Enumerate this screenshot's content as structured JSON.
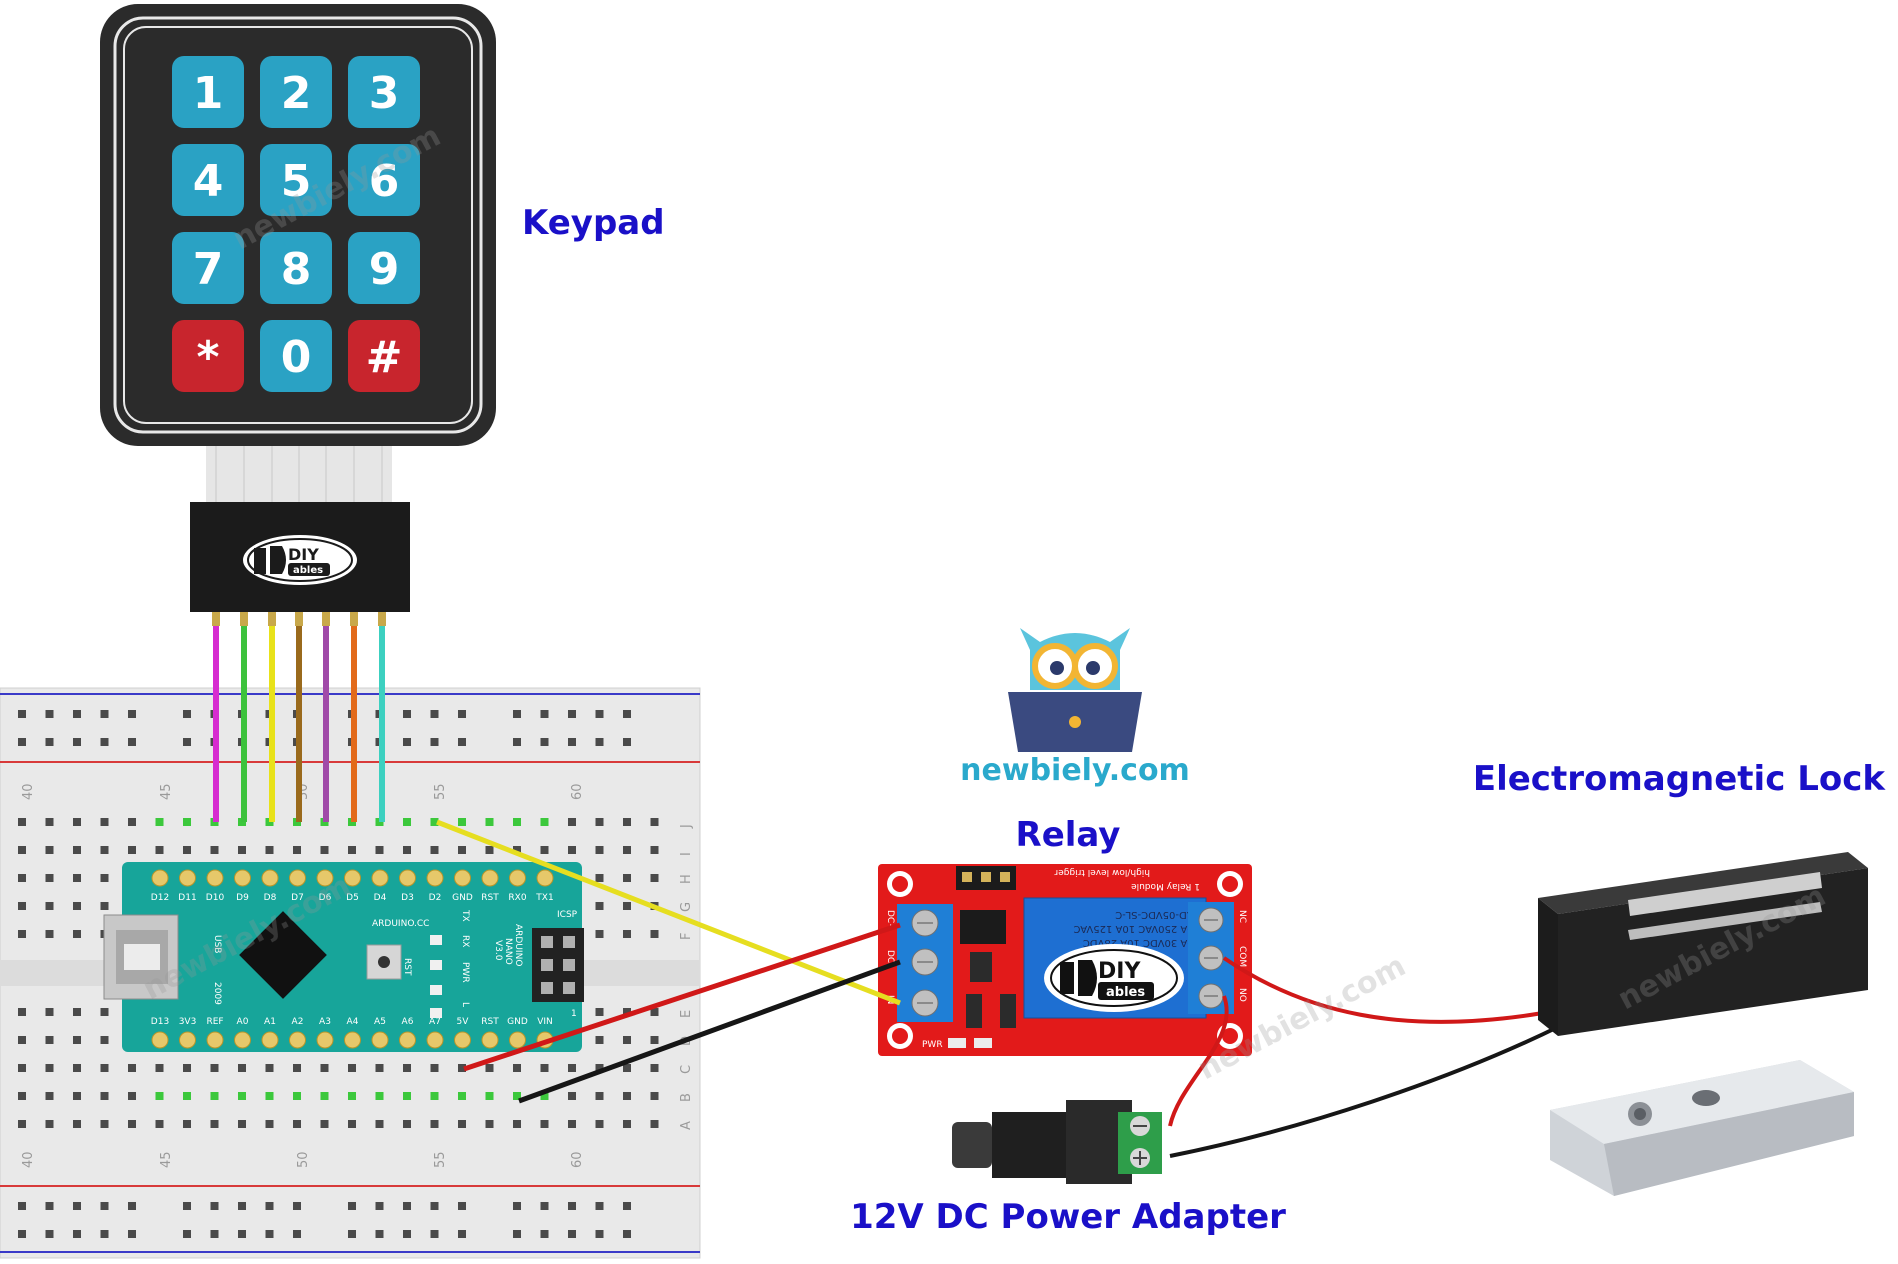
{
  "labels": {
    "keypad": "Keypad",
    "relay": "Relay",
    "lock": "Electromagnetic Lock",
    "power": "12V DC Power Adapter",
    "brand": "newbiely.com"
  },
  "keypad": {
    "keys": [
      "1",
      "2",
      "3",
      "4",
      "5",
      "6",
      "7",
      "8",
      "9",
      "*",
      "0",
      "#"
    ],
    "colors": {
      "key": "#2aa2c4",
      "special": "#c8252d",
      "body": "#2b2b2b"
    }
  },
  "diy_logo": {
    "main": "DIY",
    "sub": "ables"
  },
  "arduino": {
    "board_name": "ARDUINO.CC",
    "model": [
      "ARDUINO",
      "NANO",
      "V3.0"
    ],
    "top_pins": [
      "D12",
      "D11",
      "D10",
      "D9",
      "D8",
      "D7",
      "D6",
      "D5",
      "D4",
      "D3",
      "D2",
      "GND",
      "RST",
      "RX0",
      "TX1"
    ],
    "bottom_pins": [
      "D13",
      "3V3",
      "REF",
      "A0",
      "A1",
      "A2",
      "A3",
      "A4",
      "A5",
      "A6",
      "A7",
      "5V",
      "RST",
      "GND",
      "VIN"
    ],
    "side_labels": [
      "TX",
      "RX",
      "PWR",
      "L"
    ],
    "misc": {
      "usb": "USB",
      "year": "2009",
      "rst": "RST",
      "icsp": "ICSP",
      "one": "1"
    }
  },
  "breadboard": {
    "top_numbers": [
      "40",
      "45",
      "50",
      "55",
      "60"
    ],
    "bottom_numbers": [
      "40",
      "45",
      "50",
      "55",
      "60"
    ],
    "row_letters_top": [
      "J",
      "I",
      "H",
      "G",
      "F"
    ],
    "row_letters_bottom": [
      "E",
      "D",
      "C",
      "B",
      "A"
    ]
  },
  "relay_module": {
    "relay_model": "SRD-05VDC-SL-C",
    "ratings": [
      "10A 250VAC 10A 125VAC",
      "10A 30VDC 10A 28VDC"
    ],
    "title": "1 Relay Module",
    "subtitle": "high/low level trigger",
    "left_terminals": [
      "DC+",
      "DC-",
      "IN"
    ],
    "right_terminals": [
      "NC",
      "COM",
      "NO"
    ],
    "pwr": "PWR"
  },
  "watermarks": [
    "newbiely.com",
    "newbiely.com",
    "newbiely.com",
    "newbiely.com"
  ],
  "wire_colors": {
    "keypad": [
      "#d62cd0",
      "#3cc23c",
      "#e8e21a",
      "#9a6a1c",
      "#a04aa8",
      "#e26a1a",
      "#3cd0c0"
    ],
    "signal": "#e6de20",
    "power_positive": "#d01818",
    "ground": "#161616"
  }
}
